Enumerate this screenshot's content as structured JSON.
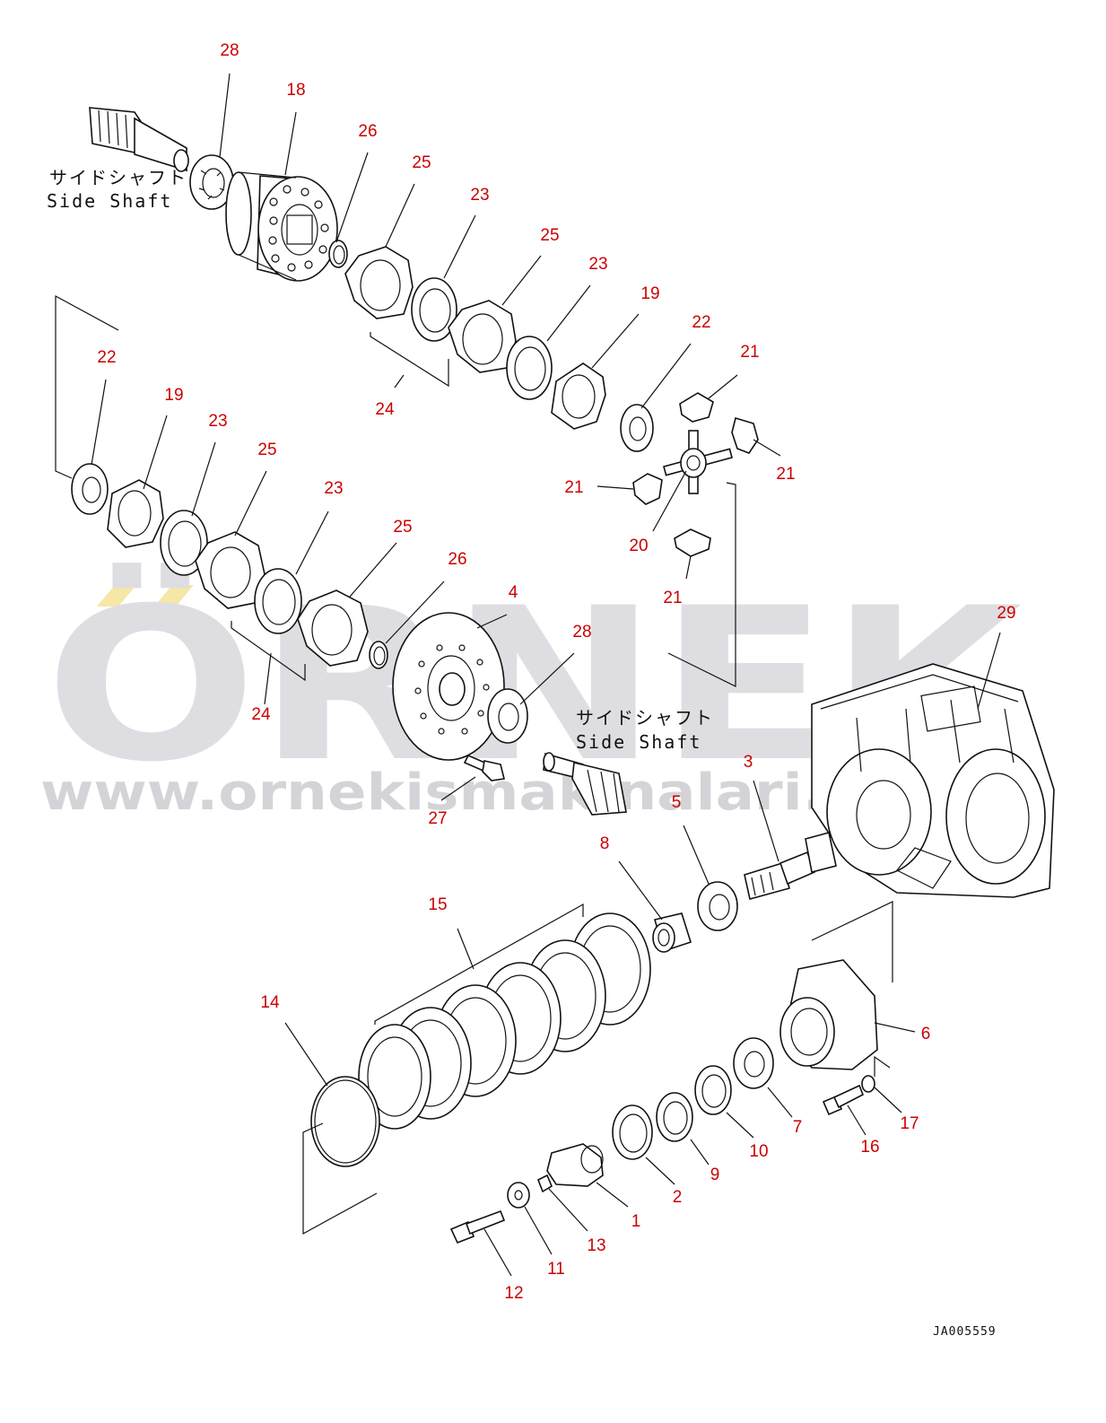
{
  "watermark": {
    "brand": "ÖRNEK",
    "url": "www.ornekismakinalari.com.tr",
    "brand_color": "#dedee2",
    "accent_color": "#f6e7a6"
  },
  "captions": {
    "side_shaft_jp": "サイドシャフト",
    "side_shaft_en": "Side Shaft"
  },
  "drawing_code": "JA005559",
  "colors": {
    "callout": "#cc0000",
    "line": "#111111"
  },
  "parts": [
    {
      "id": "p28a",
      "label": "28"
    },
    {
      "id": "p18",
      "label": "18"
    },
    {
      "id": "p26a",
      "label": "26"
    },
    {
      "id": "p25a",
      "label": "25"
    },
    {
      "id": "p23a",
      "label": "23"
    },
    {
      "id": "p25b",
      "label": "25"
    },
    {
      "id": "p23b",
      "label": "23"
    },
    {
      "id": "p19a",
      "label": "19"
    },
    {
      "id": "p22a",
      "label": "22"
    },
    {
      "id": "p21a",
      "label": "21"
    },
    {
      "id": "p21b",
      "label": "21"
    },
    {
      "id": "p21c",
      "label": "21"
    },
    {
      "id": "p20",
      "label": "20"
    },
    {
      "id": "p21d",
      "label": "21"
    },
    {
      "id": "p24a",
      "label": "24"
    },
    {
      "id": "p22b",
      "label": "22"
    },
    {
      "id": "p19b",
      "label": "19"
    },
    {
      "id": "p23c",
      "label": "23"
    },
    {
      "id": "p25c",
      "label": "25"
    },
    {
      "id": "p23d",
      "label": "23"
    },
    {
      "id": "p25d",
      "label": "25"
    },
    {
      "id": "p26b",
      "label": "26"
    },
    {
      "id": "p4",
      "label": "4"
    },
    {
      "id": "p28b",
      "label": "28"
    },
    {
      "id": "p24b",
      "label": "24"
    },
    {
      "id": "p27",
      "label": "27"
    },
    {
      "id": "p29",
      "label": "29"
    },
    {
      "id": "p3",
      "label": "3"
    },
    {
      "id": "p5",
      "label": "5"
    },
    {
      "id": "p8",
      "label": "8"
    },
    {
      "id": "p15",
      "label": "15"
    },
    {
      "id": "p14",
      "label": "14"
    },
    {
      "id": "p6",
      "label": "6"
    },
    {
      "id": "p7",
      "label": "7"
    },
    {
      "id": "p10",
      "label": "10"
    },
    {
      "id": "p9",
      "label": "9"
    },
    {
      "id": "p2",
      "label": "2"
    },
    {
      "id": "p1",
      "label": "1"
    },
    {
      "id": "p13",
      "label": "13"
    },
    {
      "id": "p11",
      "label": "11"
    },
    {
      "id": "p12",
      "label": "12"
    },
    {
      "id": "p16",
      "label": "16"
    },
    {
      "id": "p17",
      "label": "17"
    }
  ]
}
